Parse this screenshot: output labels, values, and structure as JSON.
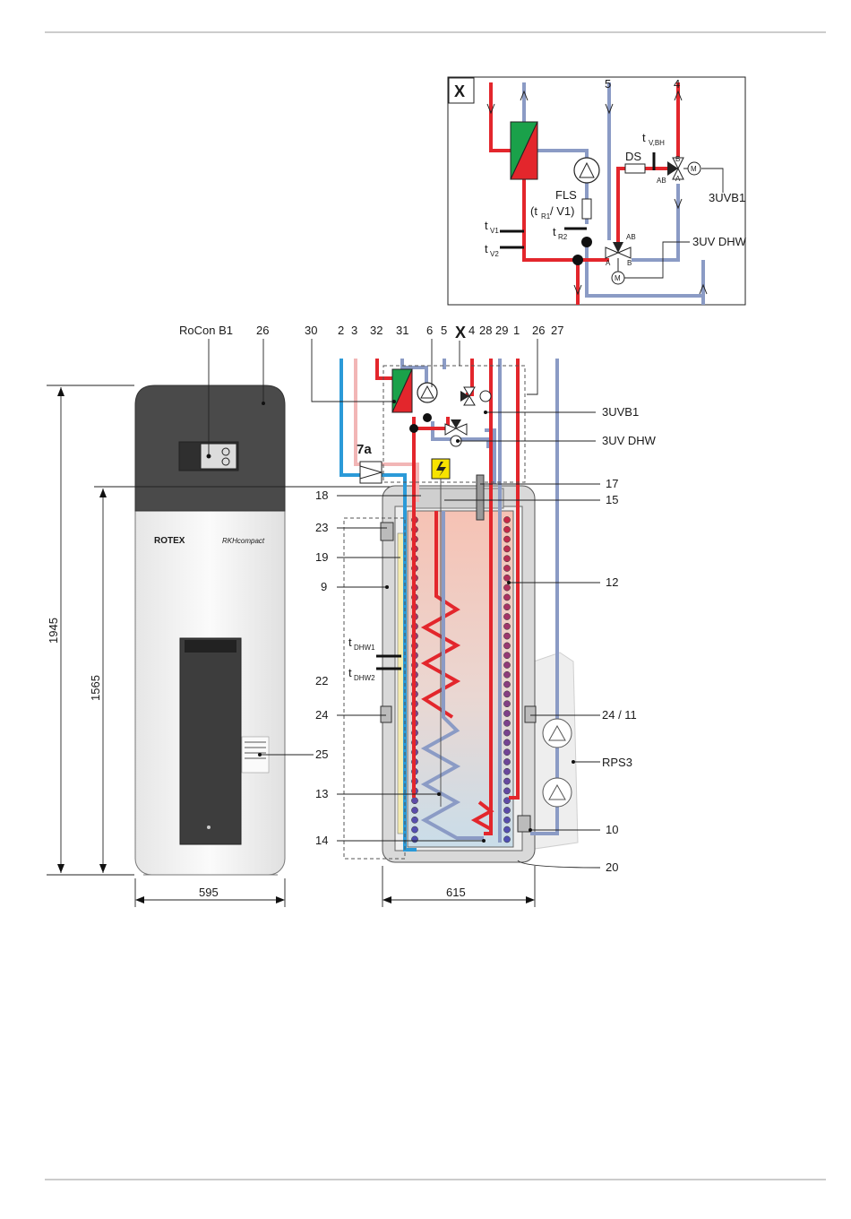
{
  "detail_x": {
    "tag": "X",
    "labels": {
      "n5": "5",
      "n4": "4",
      "tvbh": "t",
      "tvbh_sub": "V,BH",
      "ds": "DS",
      "uvb1": "3UVB1",
      "fls": "FLS",
      "fls_sub": "(t",
      "fls_sub2": "R1",
      "fls_sub3": " / V1)",
      "tv1": "t",
      "tv1_sub": "V1",
      "tv2": "t",
      "tv2_sub": "V2",
      "tr2": "t",
      "tr2_sub": "R2",
      "uvdhw": "3UV DHW",
      "a": "A",
      "b": "B",
      "ab": "AB",
      "m": "M"
    }
  },
  "front_view": {
    "rocon": "RoCon B1",
    "n26": "26",
    "brand": "ROTEX",
    "model": "RKHcompact",
    "n25": "25",
    "dim_height_total": "1945",
    "dim_height_body": "1565",
    "dim_width": "595"
  },
  "section_view": {
    "top": {
      "n30": "30",
      "n2": "2",
      "n3": "3",
      "n32": "32",
      "n31": "31",
      "n6": "6",
      "n5": "5",
      "x": "X",
      "n4": "4",
      "n28": "28",
      "n29": "29",
      "n1": "1",
      "n26": "26",
      "n27": "27"
    },
    "right": {
      "uvb1": "3UVB1",
      "uvdhw": "3UV DHW",
      "n17": "17",
      "n15": "15",
      "n12": "12",
      "n2411": "24 / 11",
      "rps3": "RPS3",
      "n10": "10",
      "n20": "20"
    },
    "left": {
      "n7a": "7a",
      "n18": "18",
      "n23": "23",
      "n19": "19",
      "n9": "9",
      "tdhw1": "t",
      "tdhw1_sub": "DHW1",
      "tdhw2": "t",
      "tdhw2_sub": "DHW2",
      "n22": "22",
      "n24": "24",
      "n13": "13",
      "n14": "14"
    },
    "dim_width": "615"
  },
  "colors": {
    "red": "#e3262c",
    "blue": "#8b9bc5",
    "pink": "#f2b6b6",
    "cyan": "#2b9ad8",
    "green": "#1aa14a",
    "dark": "#4a4a4a",
    "yellow": "#f7e300"
  }
}
